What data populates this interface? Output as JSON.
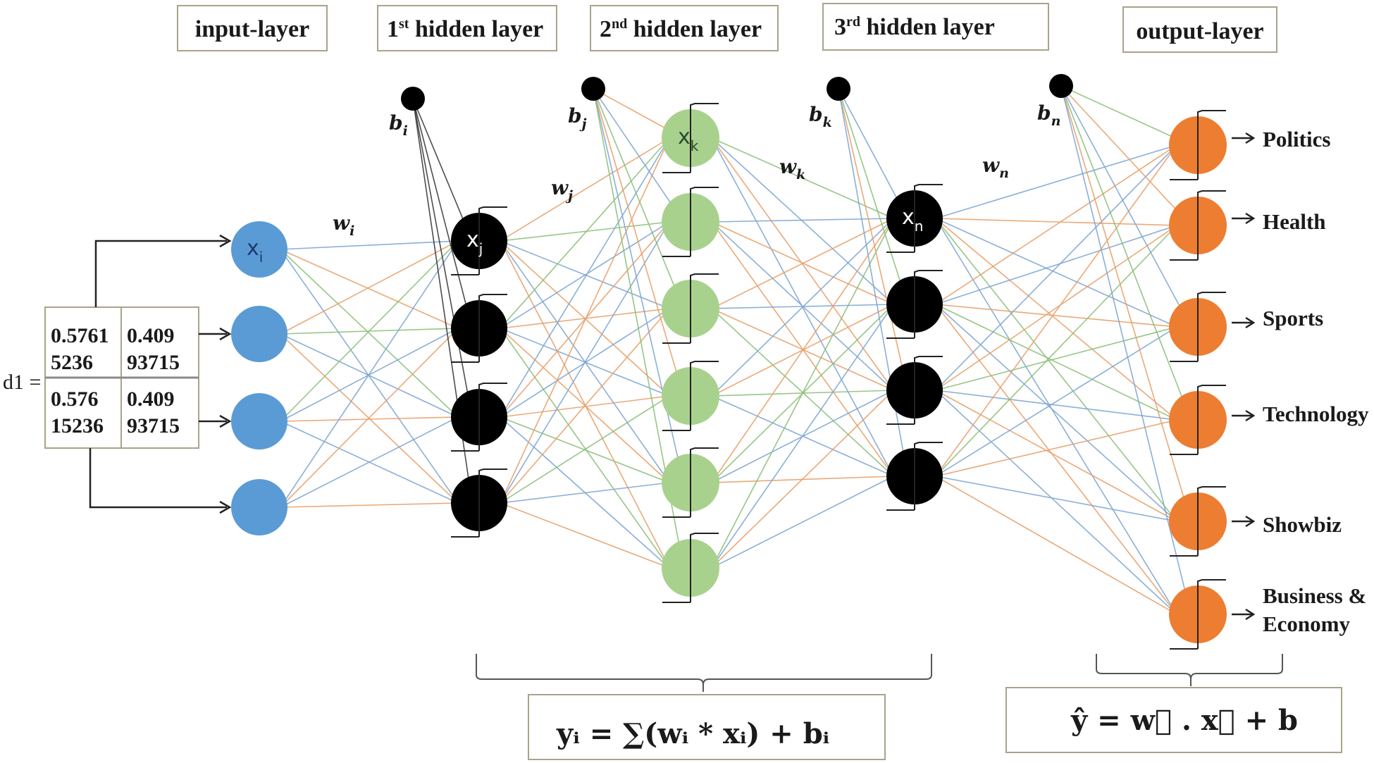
{
  "layers": [
    {
      "id": "input",
      "title": "input-layer",
      "title_prefix": "",
      "title_sup": ""
    },
    {
      "id": "h1",
      "title": " hidden layer",
      "title_prefix": "1",
      "title_sup": "st"
    },
    {
      "id": "h2",
      "title": " hidden layer",
      "title_prefix": "2",
      "title_sup": "nd"
    },
    {
      "id": "h3",
      "title": " hidden layer",
      "title_prefix": "3",
      "title_sup": "rd"
    },
    {
      "id": "output",
      "title": "output-layer",
      "title_prefix": "",
      "title_sup": ""
    }
  ],
  "node_labels": {
    "input": {
      "base": "x",
      "sub": "i"
    },
    "h1": {
      "base": "x",
      "sub": "j"
    },
    "h2": {
      "base": "x",
      "sub": "k"
    },
    "h3": {
      "base": "x",
      "sub": "n"
    }
  },
  "bias_labels": [
    {
      "base": "b",
      "sub": "i"
    },
    {
      "base": "b",
      "sub": "j"
    },
    {
      "base": "b",
      "sub": "k"
    },
    {
      "base": "b",
      "sub": "n"
    }
  ],
  "weight_labels": [
    {
      "base": "w",
      "sub": "i"
    },
    {
      "base": "w",
      "sub": "j"
    },
    {
      "base": "w",
      "sub": "k"
    },
    {
      "base": "w",
      "sub": "n"
    }
  ],
  "input_matrix": {
    "name": "d1 =",
    "cells": [
      [
        "0.5761",
        "5236",
        "0.409",
        "93715"
      ],
      [
        "0.576",
        "15236",
        "0.409",
        "93715"
      ]
    ]
  },
  "output_classes": [
    "Politics",
    "Health",
    "Sports",
    "Technology",
    "Showbiz",
    "Business &",
    "Economy"
  ],
  "formulas": {
    "hidden": "yᵢ  =  ∑(wᵢ * xᵢ)  +  bᵢ",
    "output": "ŷ  =  w⃗ . x⃗  +  b"
  },
  "colors": {
    "input_node": "#5b9bd5",
    "hidden_dark_node": "#000000",
    "hidden_green_node": "#a9d18e",
    "output_node": "#ed7d31",
    "line_blue": "#7fa7d3",
    "line_orange": "#e8a06a",
    "line_green": "#8cc07a",
    "line_dark": "#3a3a3a"
  }
}
